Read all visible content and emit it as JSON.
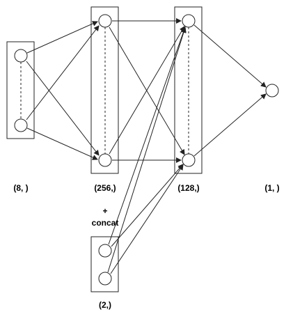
{
  "layers": [
    {
      "id": "input",
      "label": "(8, )"
    },
    {
      "id": "hidden1",
      "label": "(256,)"
    },
    {
      "id": "hidden2",
      "label": "(128,)"
    },
    {
      "id": "output",
      "label": "(1, )"
    },
    {
      "id": "extra",
      "label": "(2,)"
    }
  ],
  "concat_note": {
    "line1": "+",
    "line2": "concat"
  },
  "colors": {
    "stroke": "#222222",
    "background": "#ffffff",
    "text": "#000000"
  }
}
